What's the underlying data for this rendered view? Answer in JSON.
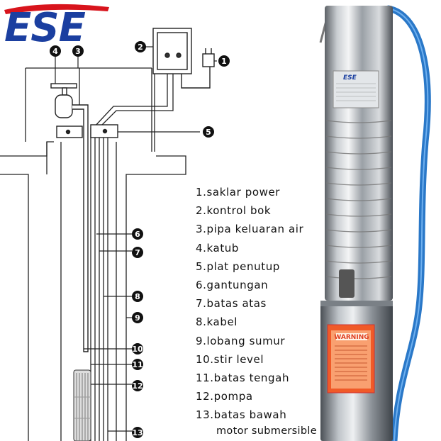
{
  "brand": {
    "logo_text": "ESE",
    "color": "#1b3fa0",
    "accent": "#d8141c"
  },
  "callouts": [
    "1",
    "2",
    "3",
    "4",
    "5",
    "6",
    "7",
    "8",
    "9",
    "10",
    "11",
    "12",
    "13"
  ],
  "legend": [
    {
      "num": "1.",
      "label": "saklar power"
    },
    {
      "num": "2.",
      "label": "kontrol bok"
    },
    {
      "num": "3.",
      "label": "pipa keluaran air"
    },
    {
      "num": "4.",
      "label": "katub"
    },
    {
      "num": "5.",
      "label": "plat penutup"
    },
    {
      "num": "6.",
      "label": "gantungan"
    },
    {
      "num": "7.",
      "label": "batas atas"
    },
    {
      "num": "8.",
      "label": "kabel"
    },
    {
      "num": "9.",
      "label": "lobang sumur"
    },
    {
      "num": "10.",
      "label": "stir level"
    },
    {
      "num": "11.",
      "label": "batas tengah"
    },
    {
      "num": "12.",
      "label": "pompa"
    },
    {
      "num": "13.",
      "label": "batas bawah"
    }
  ],
  "legend_continuation": "motor submersible",
  "product": {
    "nameplate_logo": "ESE",
    "warning_label": "WARNING",
    "label_color": "#f05a28",
    "cable_color": "#2a78c8"
  }
}
